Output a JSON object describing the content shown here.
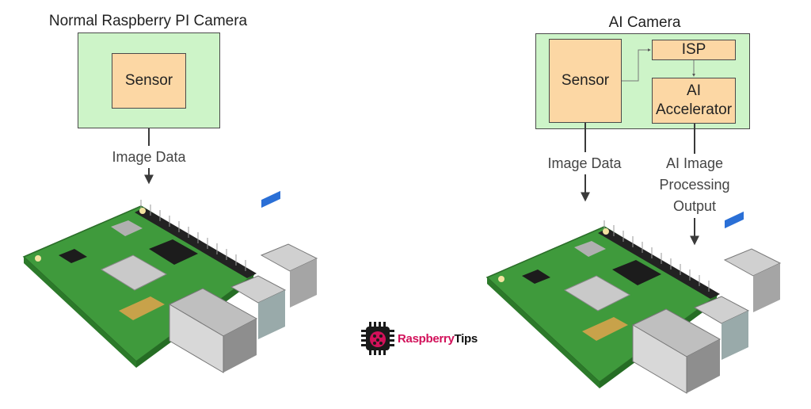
{
  "left_panel": {
    "title": "Normal Raspberry PI Camera",
    "sensor_label": "Sensor",
    "arrow_label": "Image Data"
  },
  "right_panel": {
    "title": "AI Camera",
    "sensor_label": "Sensor",
    "isp_label": "ISP",
    "accelerator_label": "AI Accelerator",
    "image_data_label": "Image Data",
    "output_label_lines": [
      "AI Image",
      "Processing",
      "Output"
    ]
  },
  "logo": {
    "brand_part1": "Raspberry",
    "brand_part2": "Tips",
    "icon": "raspberry-chip-icon"
  },
  "board_image": {
    "icon": "raspberry-pi-board-icon"
  },
  "colors": {
    "camera_box": "#cdf4c8",
    "component_box": "#fcd7a4",
    "brand_accent": "#d2115a",
    "board_pcb": "#3f9a3c"
  }
}
